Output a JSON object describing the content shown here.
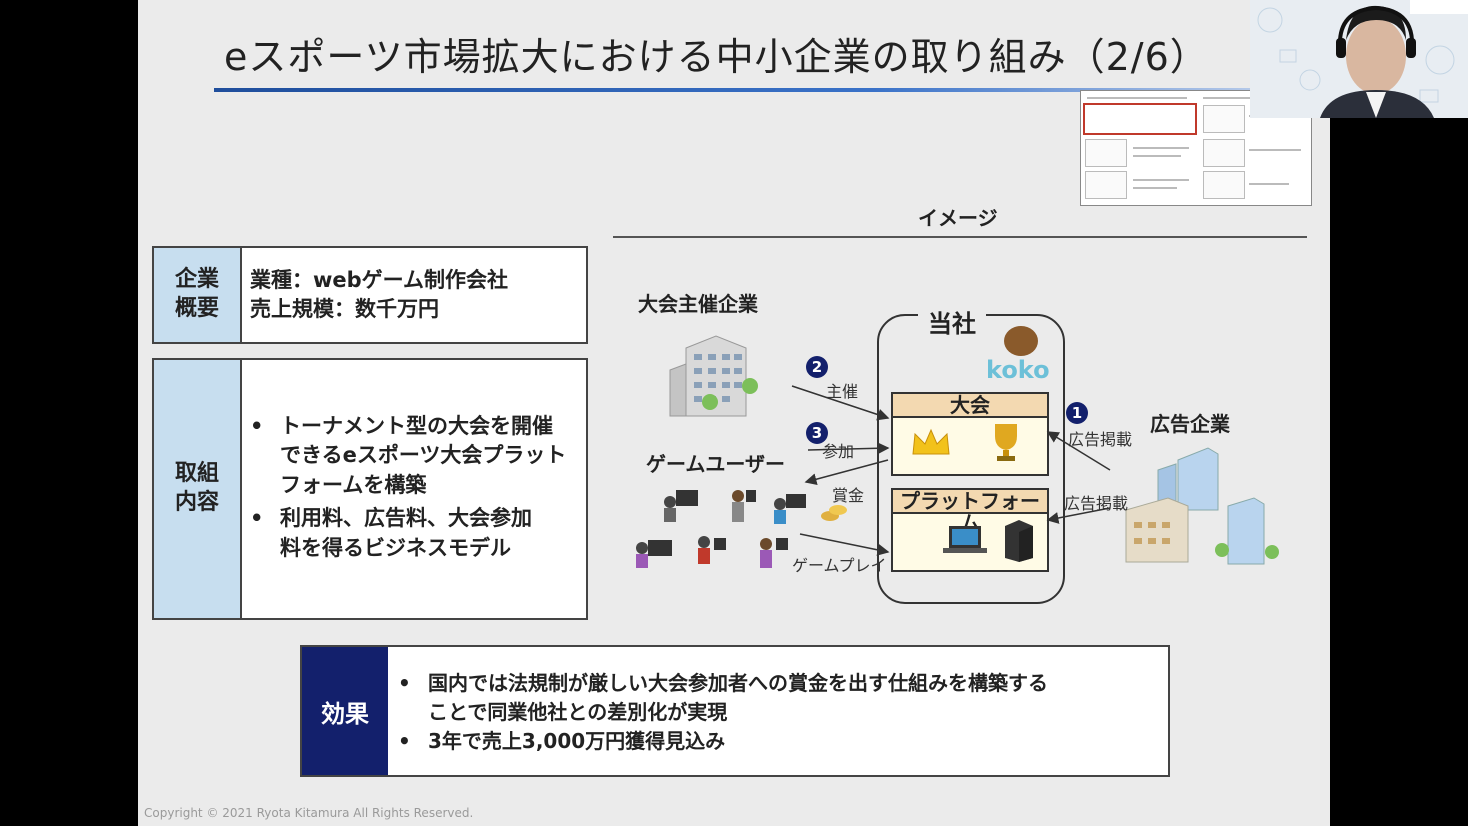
{
  "slide": {
    "title": "eスポーツ市場拡大における中小企業の取り組み（2/6）",
    "copyright": "Copyright © 2021 Ryota Kitamura All Rights Reserved."
  },
  "overview": {
    "label_line1": "企業",
    "label_line2": "概要",
    "line1": "業種：webゲーム制作会社",
    "line2": "売上規模：数千万円"
  },
  "activities": {
    "label_line1": "取組",
    "label_line2": "内容",
    "bullet": "•",
    "items": [
      [
        "トーナメント型の大会を開催",
        "できるeスポーツ大会プラット",
        "フォームを構築"
      ],
      [
        "利用料、広告料、大会参加",
        "料を得るビジネスモデル"
      ]
    ]
  },
  "effect": {
    "label": "効果",
    "bullet": "•",
    "items": [
      [
        "国内では法規制が厳しい大会参加者への賞金を出す仕組みを構築する",
        "ことで同業他社との差別化が実現"
      ],
      [
        "3年で売上3,000万円獲得見込み"
      ]
    ]
  },
  "diagram": {
    "title": "イメージ",
    "organizer": "大会主催企業",
    "users": "ゲームユーザー",
    "company": "当社",
    "advertiser": "広告企業",
    "logo": "koko",
    "tournament": "大会",
    "platform": "プラットフォーム",
    "arrows": {
      "sponsor": "主催",
      "join": "参加",
      "prize": "賞金",
      "play": "ゲームプレイ",
      "ad1": "広告掲載",
      "ad2": "広告掲載"
    },
    "badges": [
      "1",
      "2",
      "3"
    ]
  },
  "colors": {
    "label_bg": "#c7deef",
    "effect_bg": "#13206c",
    "title_rule": "#1f4e9c",
    "badge": "#13206c"
  }
}
